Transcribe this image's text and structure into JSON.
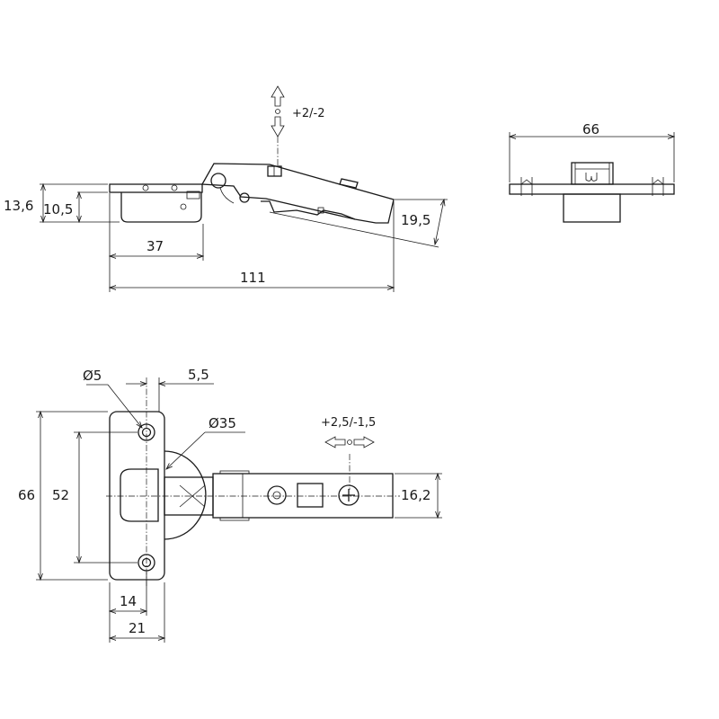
{
  "side_view": {
    "labels": {
      "depth_adjust": "+2/-2",
      "total_height": "13,6",
      "plate_height": "10,5",
      "arm_height": "19,5",
      "cup_offset": "37",
      "overall_length": "111"
    }
  },
  "end_view": {
    "labels": {
      "plate_width": "66"
    }
  },
  "top_view": {
    "labels": {
      "hole_dia": "Ø5",
      "hole_offset": "5,5",
      "cup_dia": "Ø35",
      "side_adjust": "+2,5/-1,5",
      "plate_length": "66",
      "hole_spacing": "52",
      "arm_width": "16,2",
      "hole_edge": "14",
      "plate_width": "21"
    }
  }
}
